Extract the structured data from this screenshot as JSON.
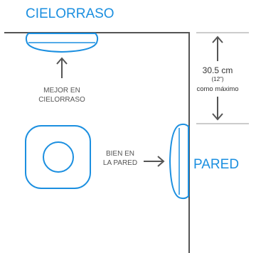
{
  "labels": {
    "ceiling_title": "CIELORRASO",
    "wall_title": "PARED",
    "best_line1": "MEJOR EN",
    "best_line2": "CIELORRASO",
    "good_line1": "BIEN EN",
    "good_line2": "LA PARED",
    "distance_value": "30.5 cm",
    "distance_inches": "(12\")",
    "distance_note": "como máximo"
  },
  "colors": {
    "accent_blue": "#1b8fe0",
    "line_grey": "#555555",
    "dim_grey": "#9a9a9a"
  },
  "icons": {
    "ceiling_device": "round-smoke-detector-side-view",
    "wall_device": "round-smoke-detector-side-view",
    "front_device": "rounded-square-detector-front-view",
    "arrows": [
      "arrow-up",
      "arrow-right",
      "arrow-up",
      "arrow-down"
    ]
  }
}
